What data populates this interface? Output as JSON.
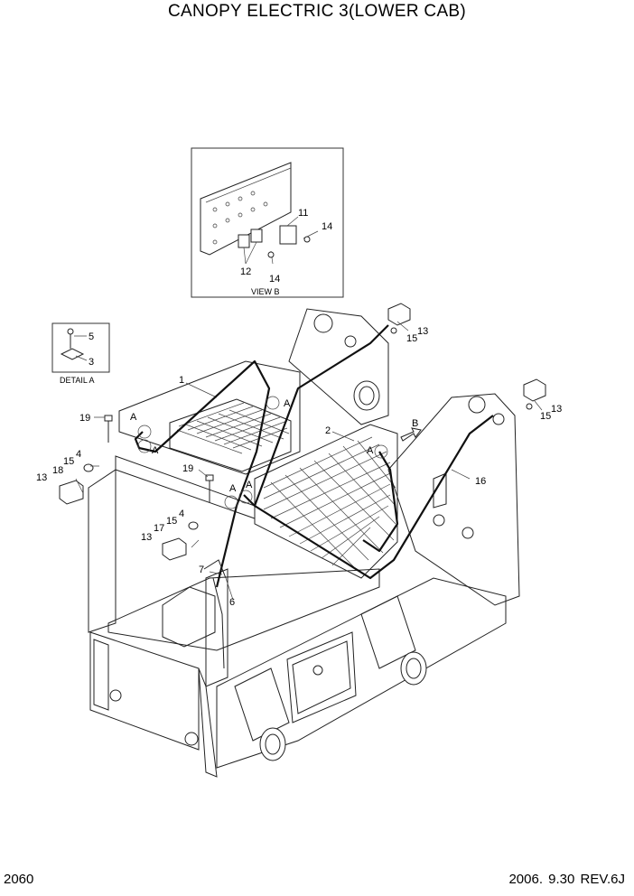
{
  "title": "CANOPY ELECTRIC 3(LOWER CAB)",
  "page_number": "2060",
  "date_rev": "2006. 9.30  REV.6J",
  "view_b": {
    "caption": "VIEW B",
    "callouts": [
      "11",
      "14",
      "12",
      "14"
    ]
  },
  "detail_a": {
    "caption": "DETAIL A",
    "callouts": [
      "5",
      "3"
    ]
  },
  "callouts": {
    "c1": "1",
    "c2": "2",
    "c4a": "4",
    "c4b": "4",
    "c6": "6",
    "c7": "7",
    "c13a": "13",
    "c13b": "13",
    "c13c": "13",
    "c13d": "13",
    "c15a": "15",
    "c15b": "15",
    "c15c": "15",
    "c15d": "15",
    "c16": "16",
    "c17": "17",
    "c18": "18",
    "c19a": "19",
    "c19b": "19"
  },
  "view_markers": [
    "A",
    "A",
    "A",
    "A",
    "A",
    "A",
    "B"
  ]
}
